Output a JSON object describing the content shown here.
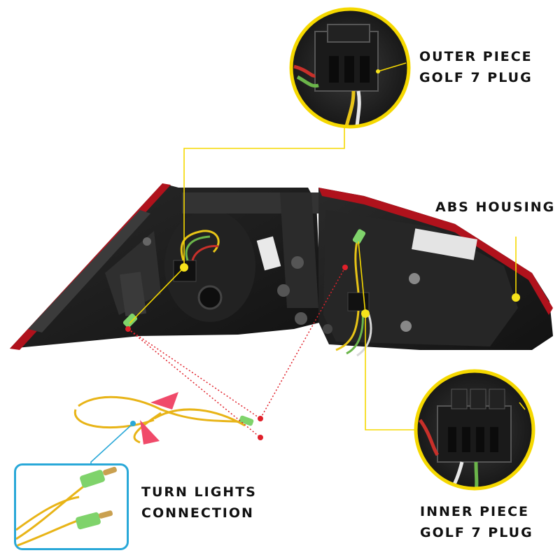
{
  "labels": {
    "outer_line1": "OUTER PIECE",
    "outer_line2": "GOLF 7 PLUG",
    "abs": "ABS HOUSING",
    "turn_line1": "TURN LIGHTS",
    "turn_line2": "CONNECTION",
    "inner_line1": "INNER PIECE",
    "inner_line2": "GOLF 7 PLUG"
  },
  "colors": {
    "callout_yellow": "#f7e31b",
    "callout_border": "#f5d800",
    "housing": "#1c1c1c",
    "lens_red": "#b0121c",
    "connector_green": "#7fd36b",
    "marker_red": "#e0202a",
    "inset_border": "#29a8d8",
    "wire_yellow": "#e8b417"
  }
}
